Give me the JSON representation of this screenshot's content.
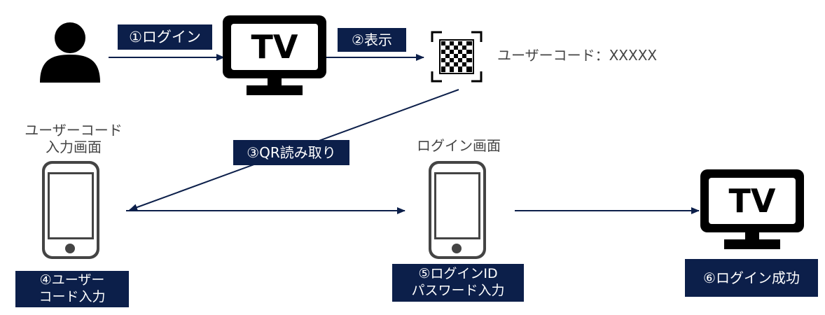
{
  "colors": {
    "navy": "#0c1f4a",
    "icon": "#000000",
    "line": "#0c1f4a"
  },
  "steps": {
    "step1": "①ログイン",
    "step2": "②表示",
    "step3": "③QR読み取り",
    "step4_line1": "④ユーザー",
    "step4_line2": "コード入力",
    "step5_line1": "⑤ログインID",
    "step5_line2": "パスワード入力",
    "step6": "⑥ログイン成功"
  },
  "texts": {
    "user_code": "ユーザーコード：XXXXX",
    "user_code_screen_line1": "ユーザーコード",
    "user_code_screen_line2": "入力画面",
    "login_screen": "ログイン画面",
    "tv": "TV",
    "tv2": "TV"
  }
}
